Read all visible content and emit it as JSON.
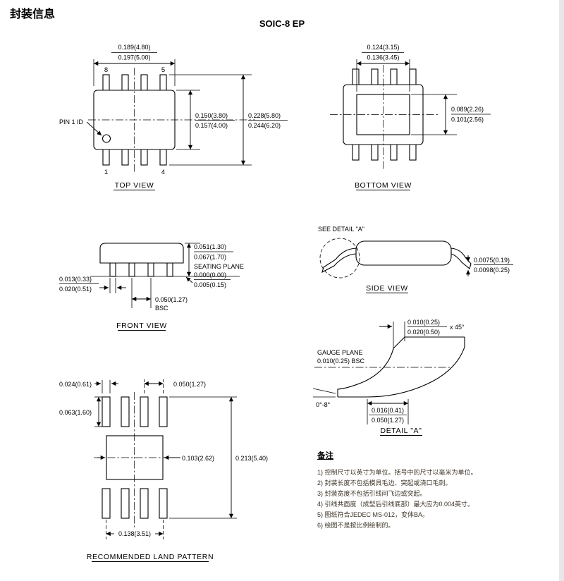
{
  "page": {
    "title": "封装信息",
    "subtitle": "SOIC-8 EP"
  },
  "top_view": {
    "label": "TOP VIEW",
    "width_min": "0.189(4.80)",
    "width_max": "0.197(5.00)",
    "pin8": "8",
    "pin5": "5",
    "pin1": "1",
    "pin4": "4",
    "pin1_id": "PIN 1 ID",
    "body_min": "0.150(3.80)",
    "body_max": "0.157(4.00)",
    "overall_min": "0.228(5.80)",
    "overall_max": "0.244(6.20)"
  },
  "bottom_view": {
    "label": "BOTTOM VIEW",
    "pad_width_min": "0.124(3.15)",
    "pad_width_max": "0.136(3.45)",
    "pad_height_min": "0.089(2.26)",
    "pad_height_max": "0.101(2.56)"
  },
  "front_view": {
    "label": "FRONT VIEW",
    "height_min": "0.051(1.30)",
    "height_max": "0.067(1.70)",
    "seating_plane": "SEATING PLANE",
    "standoff_min": "0.000(0.00)",
    "standoff_max": "0.005(0.15)",
    "lead_width_min": "0.013(0.33)",
    "lead_width_max": "0.020(0.51)",
    "pitch": "0.050(1.27)",
    "pitch_bsc": "BSC"
  },
  "side_view": {
    "label": "SIDE VIEW",
    "see_detail": "SEE DETAIL \"A\"",
    "thickness_min": "0.0075(0.19)",
    "thickness_max": "0.0098(0.25)"
  },
  "detail_a": {
    "label": "DETAIL \"A\"",
    "chamfer_min": "0.010(0.25)",
    "chamfer_max": "0.020(0.50)",
    "chamfer_angle": "x 45°",
    "gauge_plane": "GAUGE PLANE",
    "gauge_bsc": "0.010(0.25) BSC",
    "foot_angle": "0°-8°",
    "foot_min": "0.016(0.41)",
    "foot_max": "0.050(1.27)"
  },
  "land_pattern": {
    "label": "RECOMMENDED LAND PATTERN",
    "pad_width": "0.024(0.61)",
    "pitch": "0.050(1.27)",
    "pad_height": "0.063(1.60)",
    "center_pad_width": "0.103(2.62)",
    "overall_height": "0.213(5.40)",
    "row_span": "0.138(3.51)"
  },
  "notes": {
    "title": "备注",
    "items": [
      "1) 控制尺寸以英寸为单位。括号中的尺寸以毫米为单位。",
      "2) 封装长度不包括模具毛边、突起或浇口毛刺。",
      "3) 封装宽度不包括引线间飞边或突起。",
      "4) 引线共面度（成型后引线底部）最大应为0.004英寸。",
      "5) 图纸符合JEDEC MS-012，变体BA。",
      "6) 绘图不是按比例绘制的。"
    ]
  }
}
